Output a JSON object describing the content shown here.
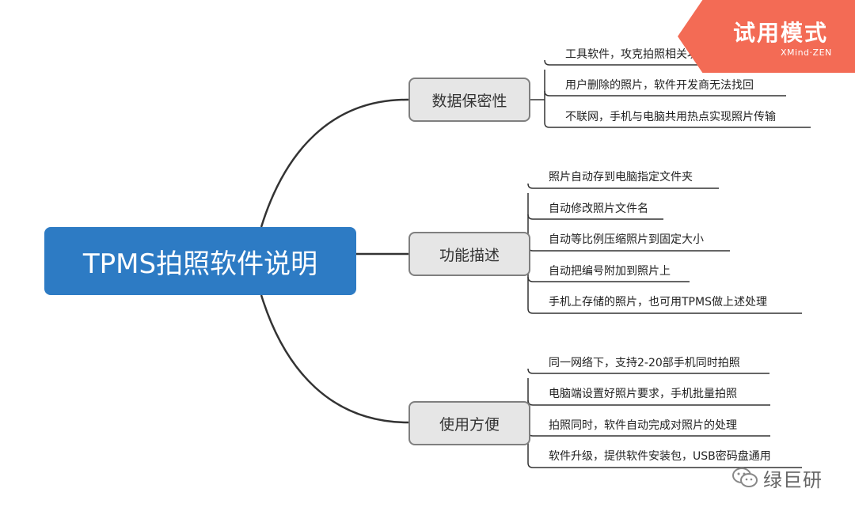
{
  "diagram": {
    "root": {
      "label": "TPMS拍照软件说明"
    },
    "branches": [
      {
        "label": "数据保密性",
        "leaves": [
          "工具软件，攻克拍照相关功能的技术实现",
          "用户删除的照片，软件开发商无法找回",
          "不联网，手机与电脑共用热点实现照片传输"
        ]
      },
      {
        "label": "功能描述",
        "leaves": [
          "照片自动存到电脑指定文件夹",
          "自动修改照片文件名",
          "自动等比例压缩照片到固定大小",
          "自动把编号附加到照片上",
          "手机上存储的照片，也可用TPMS做上述处理"
        ]
      },
      {
        "label": "使用方便",
        "leaves": [
          "同一网络下，支持2-20部手机同时拍照",
          "电脑端设置好照片要求，手机批量拍照",
          "拍照同时，软件自动完成对照片的处理",
          "软件升级，提供软件安装包，USB密码盘通用"
        ]
      }
    ]
  },
  "badge": {
    "title": "试用模式",
    "brand": "XMind·ZEN",
    "color": "#f36b55"
  },
  "watermark": {
    "text": "绿巨研",
    "icon": "wechat-icon"
  },
  "colors": {
    "root": "#2d7bc4",
    "branch_fill": "#e6e6e6",
    "branch_border": "#7f7f7f",
    "line": "#333333"
  }
}
